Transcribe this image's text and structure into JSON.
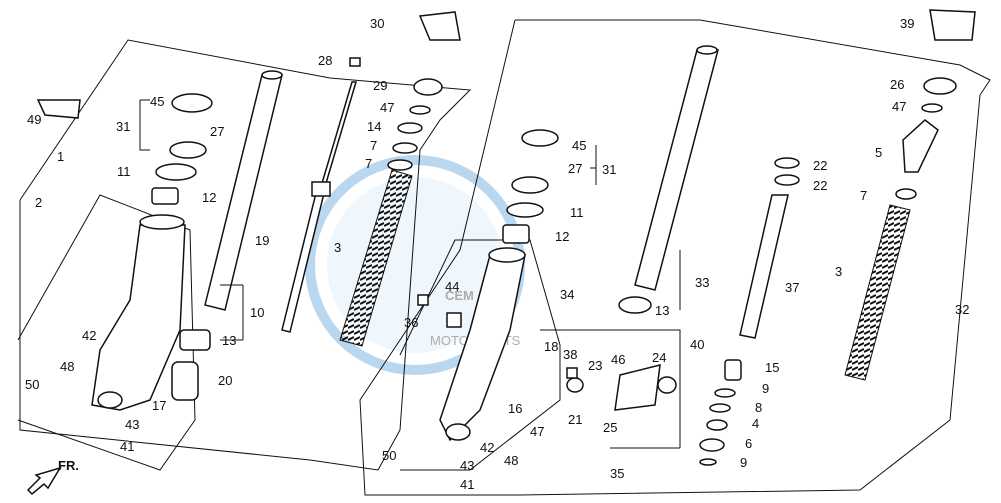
{
  "diagram": {
    "watermark": {
      "brand": "CEM",
      "sub": "MOTORPARTS"
    },
    "direction_label": "FR.",
    "parts_left": [
      "1",
      "2",
      "3",
      "7",
      "7",
      "10",
      "11",
      "12",
      "13",
      "14",
      "17",
      "19",
      "20",
      "27",
      "28",
      "29",
      "30",
      "31",
      "41",
      "42",
      "43",
      "45",
      "47",
      "48",
      "49",
      "50"
    ],
    "parts_right": [
      "3",
      "4",
      "5",
      "6",
      "7",
      "8",
      "9",
      "9",
      "11",
      "12",
      "13",
      "15",
      "16",
      "18",
      "21",
      "22",
      "22",
      "23",
      "24",
      "25",
      "26",
      "27",
      "31",
      "32",
      "33",
      "34",
      "35",
      "36",
      "37",
      "38",
      "39",
      "40",
      "41",
      "42",
      "43",
      "44",
      "45",
      "46",
      "47",
      "48",
      "50"
    ]
  },
  "labels": {
    "l1": "1",
    "l2": "2",
    "l3": "3",
    "l7a": "7",
    "l7b": "7",
    "l10": "10",
    "l11": "11",
    "l12": "12",
    "l13": "13",
    "l14": "14",
    "l17": "17",
    "l19": "19",
    "l20": "20",
    "l27": "27",
    "l28": "28",
    "l29": "29",
    "l30": "30",
    "l31": "31",
    "l41": "41",
    "l42": "42",
    "l43": "43",
    "l45": "45",
    "l47": "47",
    "l48": "48",
    "l49": "49",
    "l50": "50",
    "r3": "3",
    "r4": "4",
    "r5": "5",
    "r6": "6",
    "r7": "7",
    "r8": "8",
    "r9a": "9",
    "r9b": "9",
    "r11": "11",
    "r12": "12",
    "r13": "13",
    "r15": "15",
    "r16": "16",
    "r18": "18",
    "r21": "21",
    "r22a": "22",
    "r22b": "22",
    "r23": "23",
    "r24": "24",
    "r25": "25",
    "r26": "26",
    "r27": "27",
    "r31": "31",
    "r32": "32",
    "r33": "33",
    "r34": "34",
    "r35": "35",
    "r36": "36",
    "r37": "37",
    "r38": "38",
    "r39": "39",
    "r40": "40",
    "r41": "41",
    "r42": "42",
    "r43": "43",
    "r44": "44",
    "r45": "45",
    "r46": "46",
    "r47": "47",
    "r48": "48",
    "r50": "50"
  }
}
